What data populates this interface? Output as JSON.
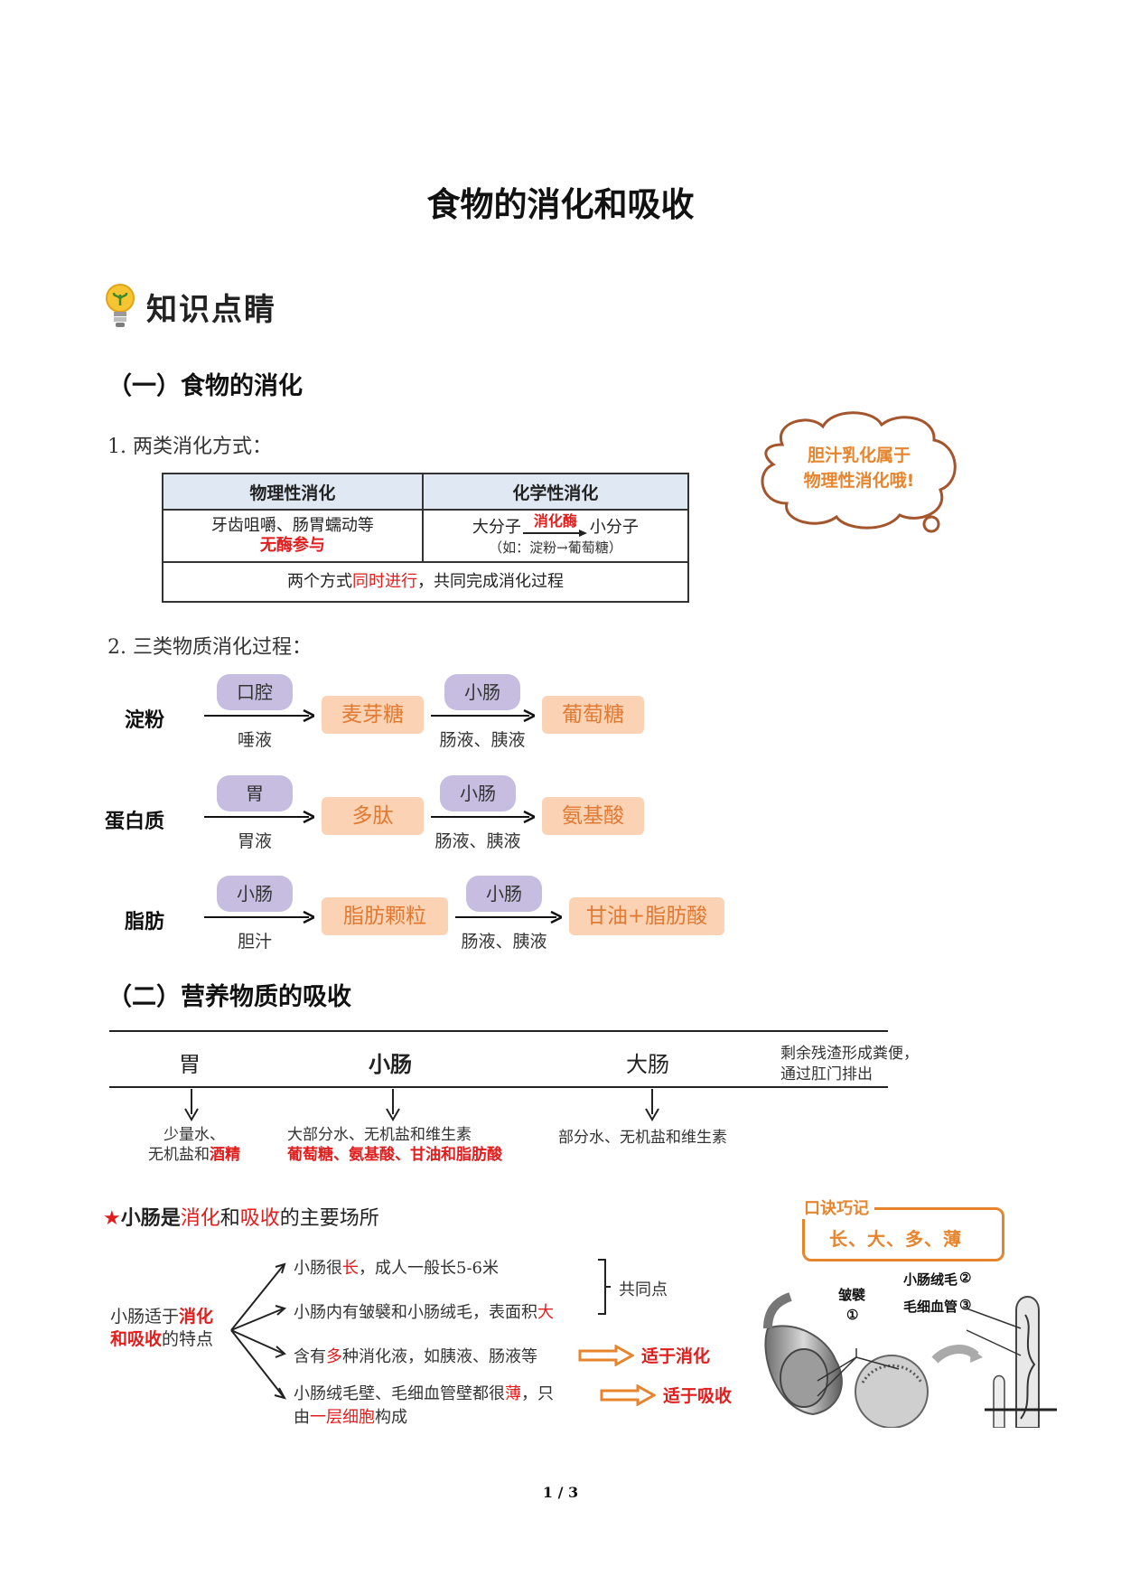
{
  "title": "食物的消化和吸收",
  "banner": "知识点睛",
  "sec1": {
    "heading": "（一）食物的消化",
    "sub1": "1. 两类消化方式：",
    "table": {
      "col1_header": "物理性消化",
      "col2_header": "化学性消化",
      "col1_line1": "牙齿咀嚼、肠胃蠕动等",
      "col1_line2": "无酶参与",
      "col2_left": "大分子",
      "col2_arrow_label": "消化酶",
      "col2_right": "小分子",
      "col2_note": "（如：淀粉→葡萄糖）",
      "bottom_pre": "两个方式",
      "bottom_red": "同时进行",
      "bottom_post": "，共同完成消化过程"
    },
    "bubble_line1": "胆汁乳化属于",
    "bubble_line2": "物理性消化哦!",
    "sub2": "2. 三类物质消化过程：",
    "processes": [
      {
        "substance": "淀粉",
        "organ1": "口腔",
        "juice1": "唾液",
        "product1": "麦芽糖",
        "organ2": "小肠",
        "juice2": "肠液、胰液",
        "product2": "葡萄糖"
      },
      {
        "substance": "蛋白质",
        "organ1": "胃",
        "juice1": "胃液",
        "product1": "多肽",
        "organ2": "小肠",
        "juice2": "肠液、胰液",
        "product2": "氨基酸"
      },
      {
        "substance": "脂肪",
        "organ1": "小肠",
        "juice1": "胆汁",
        "product1": "脂肪颗粒",
        "organ2": "小肠",
        "juice2": "肠液、胰液",
        "product2": "甘油+脂肪酸"
      }
    ]
  },
  "sec2": {
    "heading": "（二）营养物质的吸收",
    "organs": [
      "胃",
      "小肠",
      "大肠"
    ],
    "remain_line1": "剩余残渣形成粪便，",
    "remain_line2": "通过肛门排出",
    "stomach_line1": "少量水、",
    "stomach_line2_pre": "无机盐和",
    "stomach_line2_red": "酒精",
    "small_line1": "大部分水、无机盐和维生素",
    "small_line2": "葡萄糖、氨基酸、甘油和脂肪酸",
    "large_line1": "部分水、无机盐和维生素"
  },
  "star": {
    "star": "★",
    "a": "小肠是",
    "b": "消化",
    "c": "和",
    "d": "吸收",
    "e": "的主要场所"
  },
  "features": {
    "left_pre": "小肠适于",
    "left_red1": "消化",
    "left_red2": "和吸收",
    "left_post": "的特点",
    "f1_pre": "小肠很",
    "f1_red": "长",
    "f1_post": "，成人一般长5-6米",
    "f2_pre": "小肠内有皱襞和小肠绒毛，表面积",
    "f2_red": "大",
    "common": "共同点",
    "f3_pre": "含有",
    "f3_red": "多",
    "f3_post": "种消化液，如胰液、肠液等",
    "f3_result": "适于消化",
    "f4_line1_pre": "小肠绒毛壁、毛细血管壁都很",
    "f4_line1_red": "薄",
    "f4_line1_post": "，只",
    "f4_line2_pre": "由",
    "f4_line2_red": "一层细胞",
    "f4_line2_post": "构成",
    "f4_result": "适于吸收"
  },
  "mnemonic": {
    "title": "口诀巧记",
    "body": "长、大、多、薄"
  },
  "diagram": {
    "label_fold": "皱襞",
    "label_villus": "小肠绒毛",
    "label_capillary": "毛细血管",
    "n1": "①",
    "n2": "②",
    "n3": "③"
  },
  "page": "1 / 3",
  "colors": {
    "accent_red": "#e11d1d",
    "orange": "#e6852e",
    "organ_purple": "#c7bde0",
    "product_peach": "#fbd3b4",
    "table_header_blue": "#dfe8f3"
  }
}
